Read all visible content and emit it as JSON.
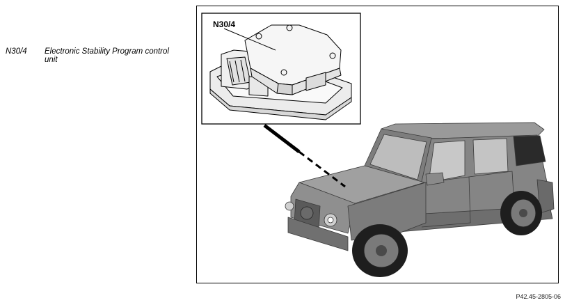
{
  "legend": {
    "items": [
      {
        "code": "N30/4",
        "description": "Electronic Stability Program control unit"
      }
    ]
  },
  "figure": {
    "callout_label": "N30/4",
    "reference": "P42.45-2805-06"
  },
  "colors": {
    "body_paint": "#8a8a8a",
    "body_shadow": "#6b6b6b",
    "body_highlight": "#a8a8a8",
    "tire": "#1e1e1e",
    "component_fill": "#f4f4f4",
    "stroke": "#000000"
  }
}
